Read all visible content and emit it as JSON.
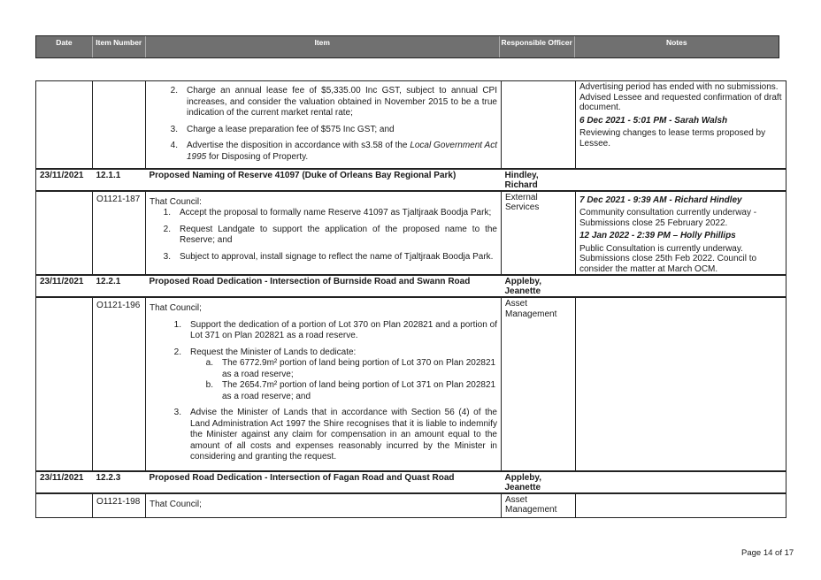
{
  "header": {
    "date": "Date",
    "item_number": "Item Number",
    "item": "Item",
    "responsible_officer": "Responsible Officer",
    "notes": "Notes"
  },
  "cont_row": {
    "items": [
      {
        "n": "2.",
        "t": "Charge an annual lease fee of $5,335.00 Inc GST, subject to annual CPI increases, and consider the valuation obtained in November 2015 to be a true indication of the current market rental rate;"
      },
      {
        "n": "3.",
        "t": "Charge a lease preparation fee of $575 Inc GST; and"
      },
      {
        "n": "4.",
        "t_pre": "Advertise the disposition in accordance with s3.58 of the ",
        "t_ital": "Local Government Act 1995",
        "t_post": " for Disposing of Property."
      }
    ],
    "notes_1": "Advertising period has ended with no submissions. Advised Lessee and requested confirmation of draft document.",
    "notes_2_head": "6 Dec 2021 - 5:01 PM - Sarah Walsh",
    "notes_2": "Reviewing changes to lease terms proposed by Lessee."
  },
  "item_1": {
    "date": "23/11/2021",
    "number": "12.1.1",
    "title": "Proposed Naming of Reserve 41097 (Duke of Orleans Bay Regional Park)",
    "officer": "Hindley, Richard",
    "res_no": "O1121-187",
    "intro": "That Council:",
    "items": [
      {
        "n": "1.",
        "t": "Accept the proposal to formally name Reserve 41097 as Tjaltjraak Boodja Park;"
      },
      {
        "n": "2.",
        "t": "Request Landgate to support the application of the proposed name to the Reserve; and"
      },
      {
        "n": "3.",
        "t": "Subject to approval, install signage to reflect the name of Tjaltjraak Boodja Park."
      }
    ],
    "dept": "External Services",
    "note_1_head": "7 Dec 2021 - 9:39 AM - Richard Hindley",
    "note_1": "Community consultation currently underway - Submissions close 25 February 2022.",
    "note_2_head": "12 Jan 2022 - 2:39 PM – Holly Phillips",
    "note_2": "Public Consultation is currently underway. Submissions close 25th Feb 2022. Council to consider the matter at March OCM."
  },
  "item_2": {
    "date": "23/11/2021",
    "number": "12.2.1",
    "title": "Proposed Road Dedication - Intersection of Burnside Road and Swann Road",
    "officer": "Appleby, Jeanette",
    "res_no": "O1121-196",
    "intro": "That Council;",
    "item_1": {
      "n": "1.",
      "t": "Support the dedication of a portion of Lot 370 on Plan 202821 and a portion of Lot 371 on Plan 202821 as a road reserve."
    },
    "item_2": {
      "n": "2.",
      "t": "Request the Minister of Lands to dedicate:"
    },
    "sub_items": [
      {
        "n": "a.",
        "t": "The 6772.9m² portion of land being portion of Lot 370 on Plan 202821 as a road reserve;"
      },
      {
        "n": "b.",
        "t": "The 2654.7m² portion of land being portion of Lot 371 on Plan 202821 as a road reserve; and"
      }
    ],
    "item_3": {
      "n": "3.",
      "t": "Advise the Minister of Lands that in accordance with Section 56 (4) of the Land Administration Act 1997 the Shire recognises that it is liable to indemnify the Minister against any claim for compensation in an amount equal to the amount of all costs and expenses reasonably incurred by the Minister in considering and granting the request."
    },
    "dept": "Asset Management"
  },
  "item_3": {
    "date": "23/11/2021",
    "number": "12.2.3",
    "title": "Proposed Road Dedication - Intersection of Fagan Road and Quast Road",
    "officer": "Appleby, Jeanette",
    "res_no": "O1121-198",
    "intro": "That Council;",
    "dept": "Asset Management"
  },
  "footer": {
    "page": "Page 14 of 17"
  }
}
